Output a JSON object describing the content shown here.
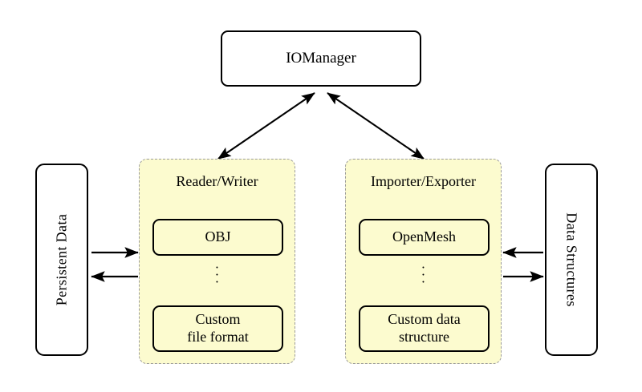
{
  "diagram": {
    "title_node": {
      "label": "IOManager"
    },
    "left_endpoint": {
      "label": "Persistent Data"
    },
    "right_endpoint": {
      "label": "Data Structures"
    },
    "panels": [
      {
        "id": "reader-writer",
        "title": "Reader/Writer",
        "items": [
          "OBJ",
          "Custom\nfile format"
        ],
        "item_top": "OBJ",
        "item_bottom_line1": "Custom",
        "item_bottom_line2": "file format",
        "ellipsis": "⋮"
      },
      {
        "id": "importer-exporter",
        "title": "Importer/Exporter",
        "items": [
          "OpenMesh",
          "Custom data\nstructure"
        ],
        "item_top": "OpenMesh",
        "item_bottom_line1": "Custom data",
        "item_bottom_line2": "structure",
        "ellipsis": "⋮"
      }
    ],
    "connections": [
      {
        "name": "iomanager-to-reader-writer",
        "from": "IOManager",
        "to": "Reader/Writer",
        "style": "double-headed"
      },
      {
        "name": "iomanager-to-importer-exporter",
        "from": "IOManager",
        "to": "Importer/Exporter",
        "style": "double-headed"
      },
      {
        "name": "persistent-data-to-reader-writer",
        "from": "Persistent Data",
        "to": "Reader/Writer",
        "style": "single-headed-right"
      },
      {
        "name": "reader-writer-to-persistent-data",
        "from": "Reader/Writer",
        "to": "Persistent Data",
        "style": "single-headed-left"
      },
      {
        "name": "data-structures-to-importer-exporter",
        "from": "Data Structures",
        "to": "Importer/Exporter",
        "style": "single-headed-left"
      },
      {
        "name": "importer-exporter-to-data-structures",
        "from": "Importer/Exporter",
        "to": "Data Structures",
        "style": "single-headed-right"
      }
    ],
    "colors": {
      "panel_fill": "#fcfbcf",
      "panel_border": "#9b9b9b",
      "node_border": "#000000",
      "background": "#ffffff"
    }
  }
}
